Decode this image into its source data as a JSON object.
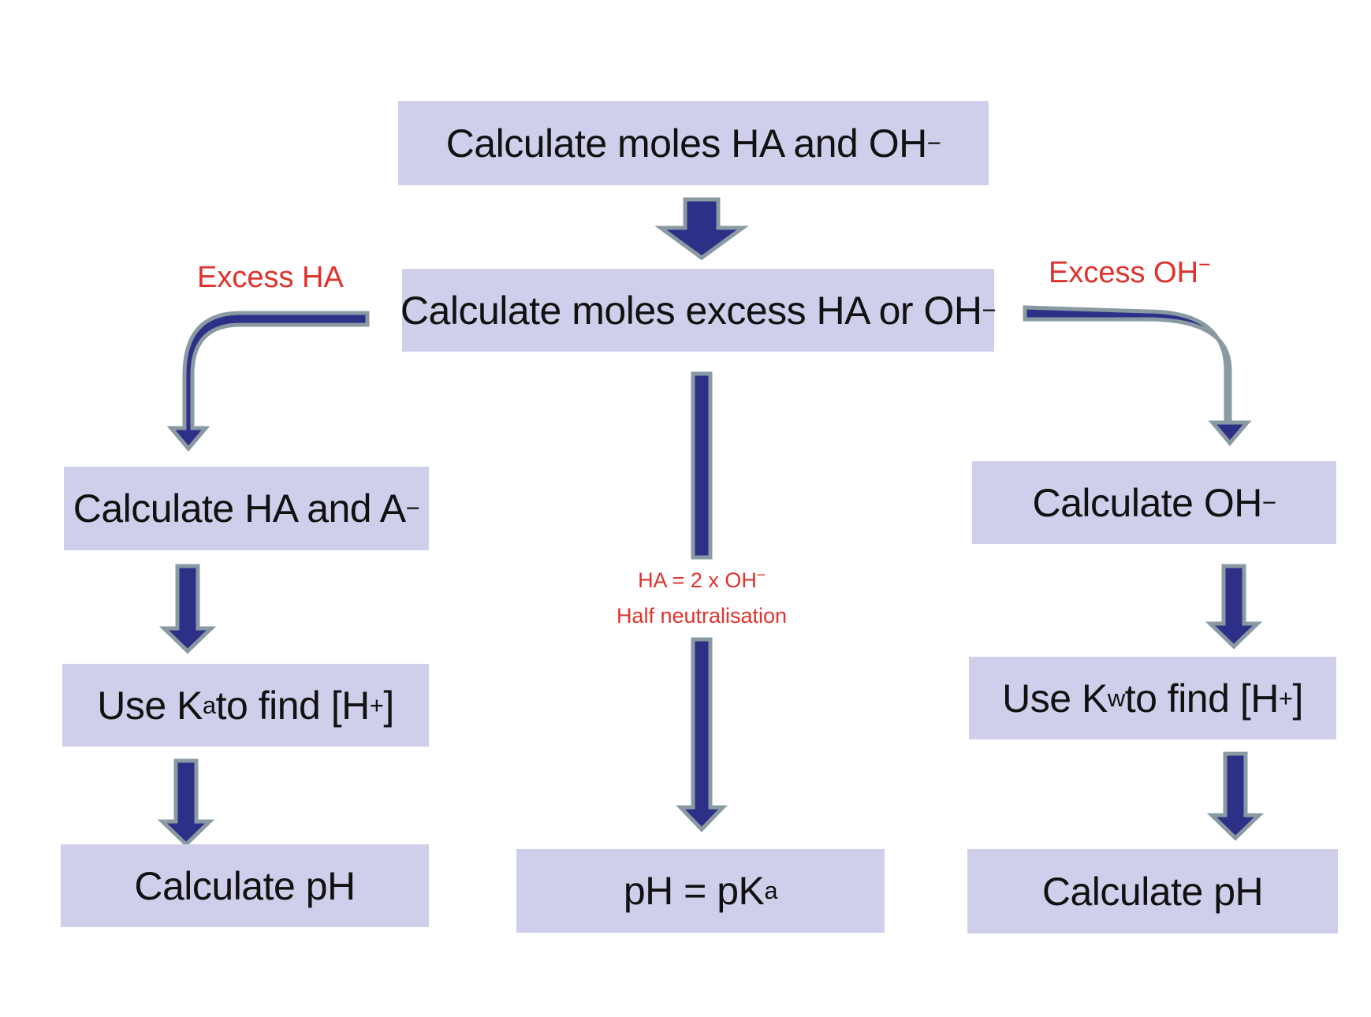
{
  "colors": {
    "box_fill": "#cfcfec",
    "arrow_fill": "#2e2f86",
    "arrow_outline": "#8a9aa3",
    "label_text": "#e0322c",
    "box_text": "#111111"
  },
  "boxes": {
    "top": {
      "text": "Calculate moles HA and OH",
      "sup": "−"
    },
    "middle": {
      "text": "Calculate moles excess HA or OH",
      "sup": "−"
    },
    "left_1": {
      "text": "Calculate HA and A",
      "sup": "−"
    },
    "left_2": {
      "pre": "Use K",
      "sub": "a",
      "mid": " to find [H",
      "sup": "+",
      "post": "]"
    },
    "left_3": {
      "text": "Calculate pH"
    },
    "center_bottom": {
      "pre": "pH = pK",
      "sub": "a"
    },
    "right_1": {
      "text": "Calculate OH",
      "sup": "−"
    },
    "right_2": {
      "pre": "Use K",
      "sub": "w",
      "mid": " to find [H",
      "sup": "+",
      "post": "]"
    },
    "right_3": {
      "text": "Calculate pH"
    }
  },
  "labels": {
    "excess_ha": {
      "text": "Excess HA"
    },
    "excess_oh": {
      "text": "Excess OH",
      "sup": "−"
    },
    "half_line1": {
      "text": "HA = 2 x OH",
      "sup": "−"
    },
    "half_line2": {
      "text": "Half neutralisation"
    }
  }
}
